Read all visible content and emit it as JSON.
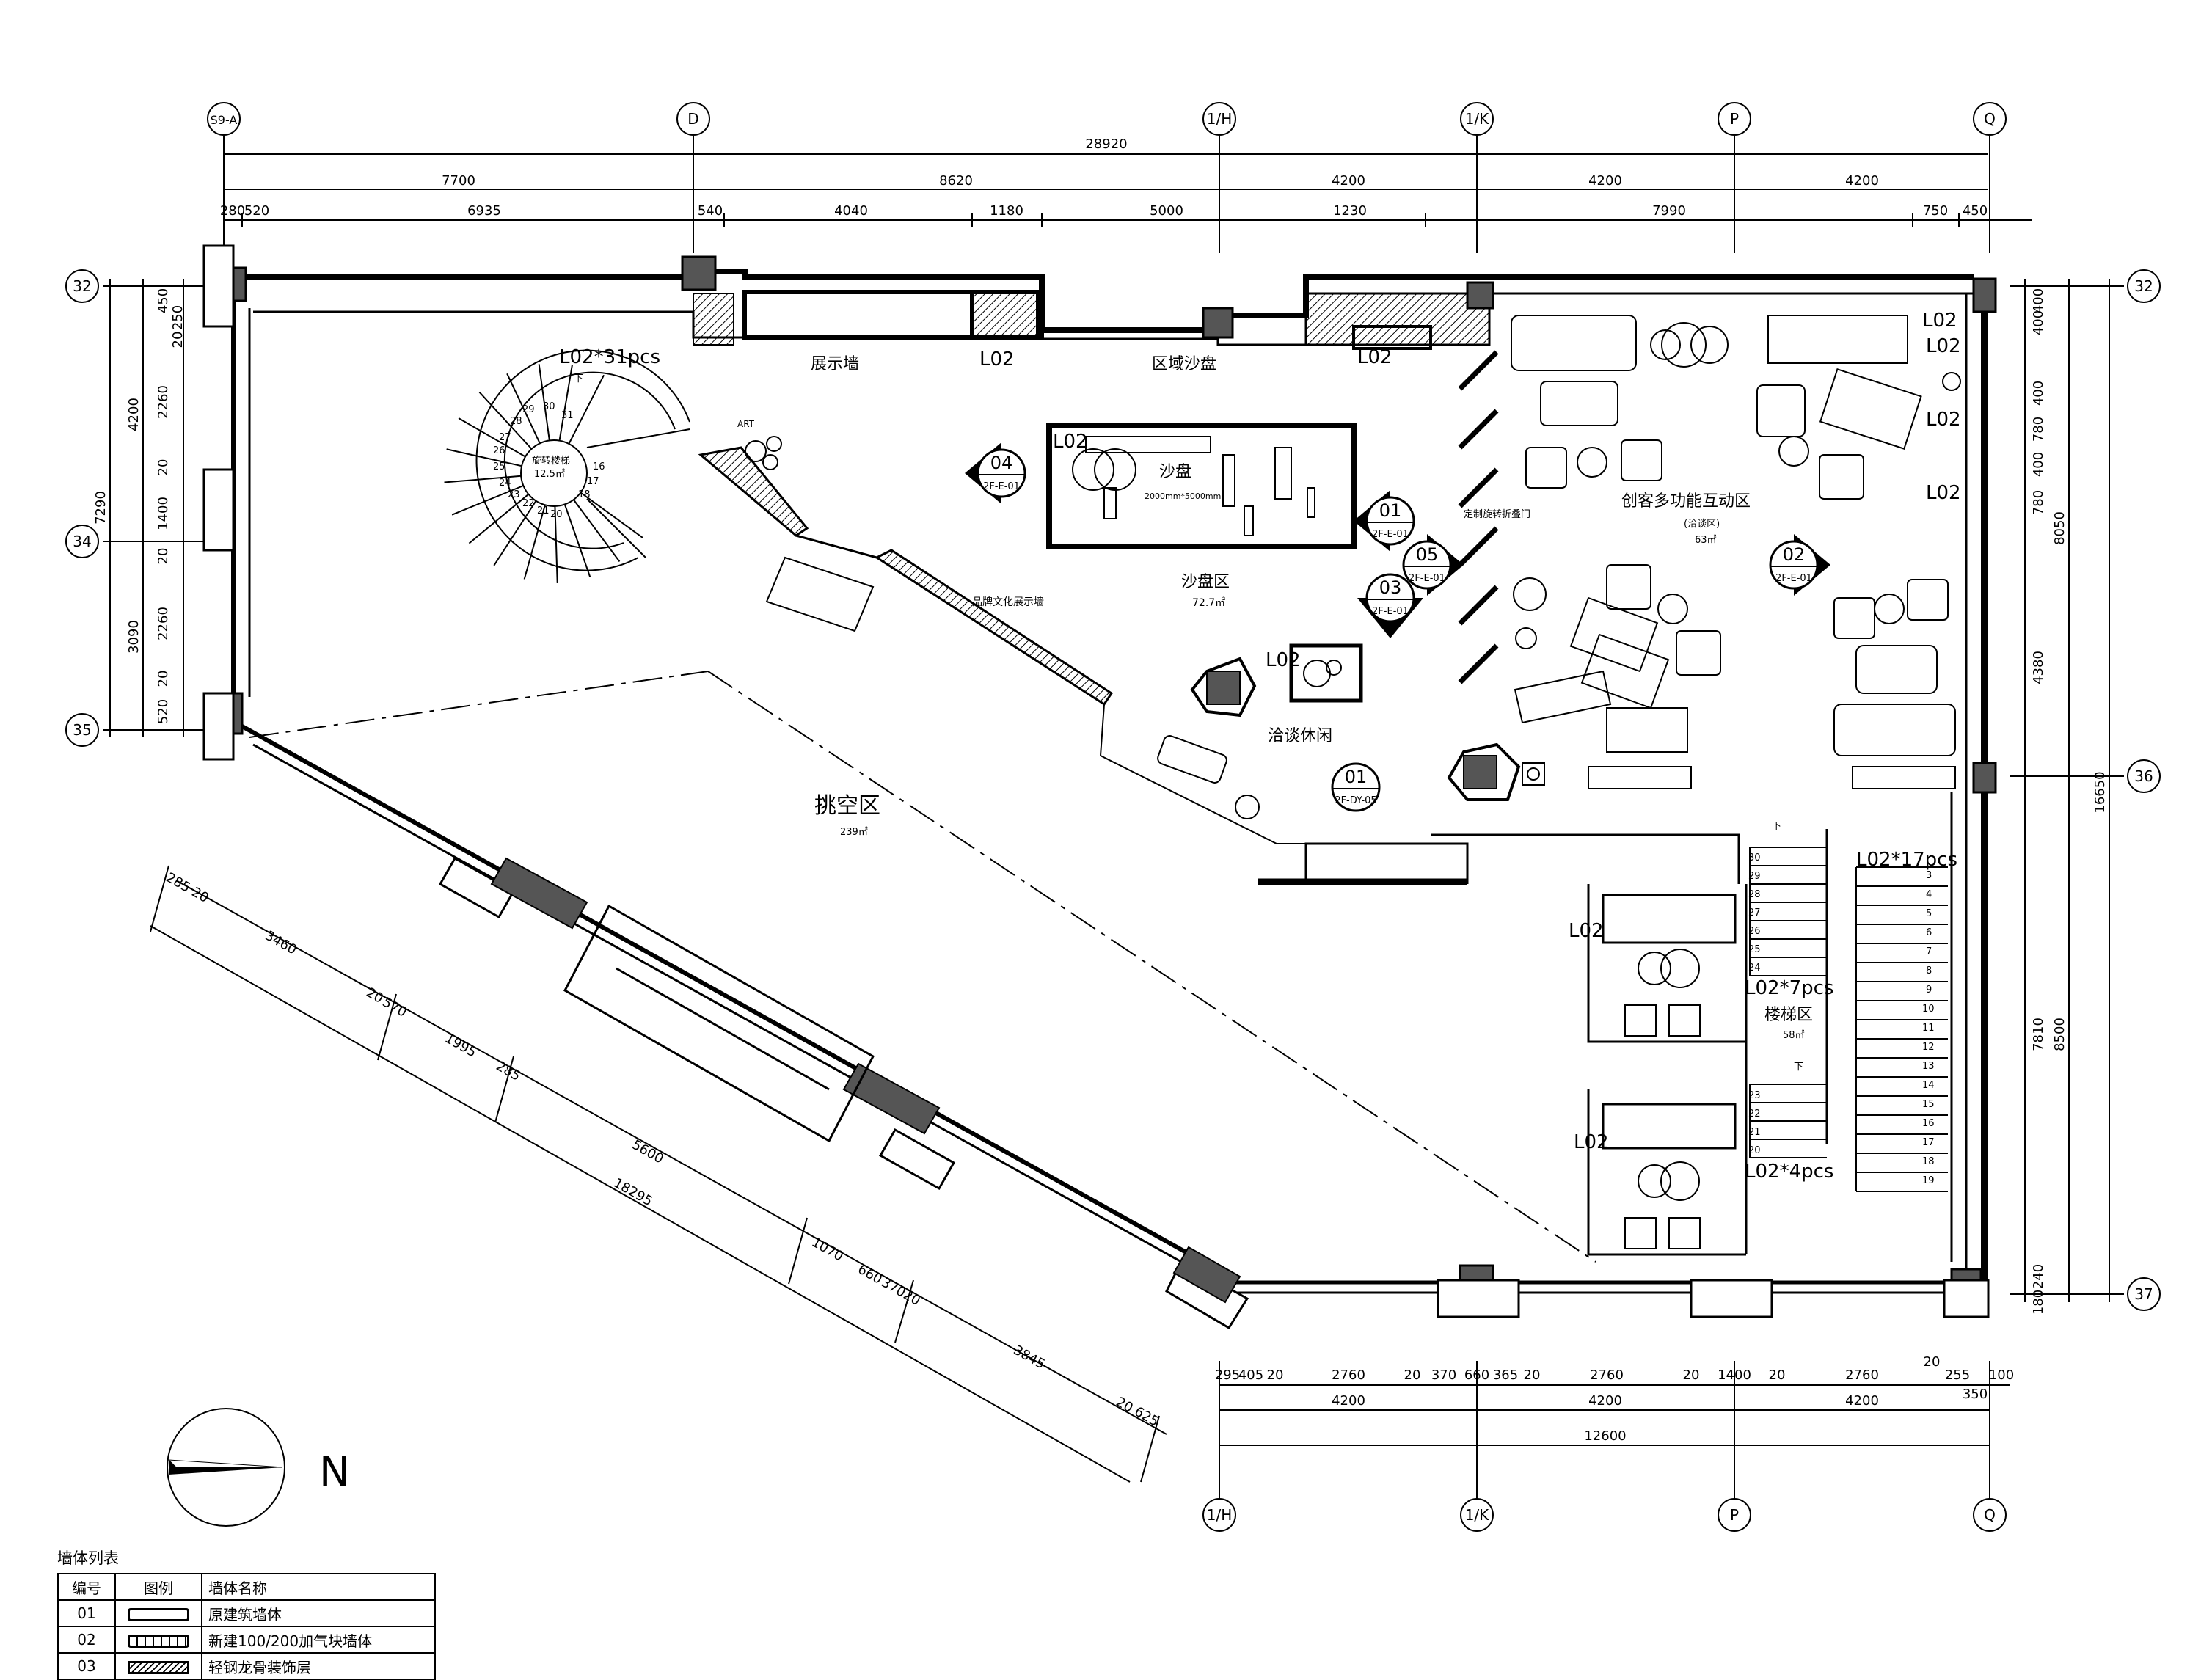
{
  "grid_labels": {
    "top": [
      "S9-A",
      "D",
      "1/H",
      "1/K",
      "P",
      "Q"
    ],
    "left": [
      "32",
      "34",
      "35"
    ],
    "right": [
      "32",
      "36",
      "37"
    ],
    "bottom": [
      "1/H",
      "1/K",
      "P",
      "Q"
    ]
  },
  "dims": {
    "total_top": "28920",
    "grid_top": [
      "7700",
      "8620",
      "4200",
      "4200",
      "4200"
    ],
    "detail_top": [
      "280",
      "520",
      "6935",
      "540",
      "4040",
      "1180",
      "5000",
      "1230",
      "7990",
      "750",
      "450"
    ],
    "left_total": "7290",
    "left_outer": [
      "4200",
      "3090"
    ],
    "left_inner": [
      "450",
      "250",
      "20",
      "2260",
      "20",
      "1400",
      "20",
      "2260",
      "20",
      "520"
    ],
    "right_total": "16650",
    "right_mid": [
      "8050",
      "8500"
    ],
    "right_inner": [
      "400",
      "400",
      "400",
      "780",
      "400",
      "780",
      "4380",
      "7810",
      "240",
      "180"
    ],
    "bottom_detail": [
      "295",
      "405",
      "20",
      "2760",
      "20",
      "370",
      "660",
      "365",
      "20",
      "2760",
      "20",
      "1400",
      "20",
      "2760",
      "20",
      "255",
      "100",
      "350"
    ],
    "bottom_grid": [
      "4200",
      "4200",
      "4200"
    ],
    "bottom_total": "12600",
    "diag_dims": [
      "285",
      "20",
      "3460",
      "20",
      "570",
      "1995",
      "285",
      "5600",
      "18295",
      "1070",
      "660",
      "370",
      "20",
      "3845",
      "20",
      "625"
    ]
  },
  "rooms": {
    "display_wall": "展示墙",
    "sand_table_wall": "区域沙盘",
    "spiral_stair": "旋转楼梯",
    "spiral_area": "12.5㎡",
    "spiral_lights": "L02*31pcs",
    "art": "ART",
    "brand_wall": "品牌文化展示墙",
    "sand_table": "沙盘",
    "sand_table_size": "2000mm*5000mm",
    "sand_area": "沙盘区",
    "sand_area_size": "72.7㎡",
    "rotating_door": "定制旋转折叠门",
    "maker_area": "创客多功能互动区",
    "maker_sub": "(洽谈区)",
    "maker_size": "63㎡",
    "negotiation": "洽谈休闲",
    "void_area": "挑空区",
    "void_size": "239㎡",
    "stair_area": "楼梯区",
    "stair_size": "58㎡",
    "stair_lights_1": "L02*17pcs",
    "stair_lights_2": "L02*7pcs",
    "stair_lights_3": "L02*4pcs",
    "down": "下",
    "lamp": "L02"
  },
  "stair_numbers": {
    "spiral": [
      "30",
      "29",
      "28",
      "27",
      "26",
      "25",
      "24",
      "23",
      "22",
      "21",
      "20",
      "16",
      "17",
      "18",
      "31"
    ],
    "flight_left": [
      "30",
      "29",
      "28",
      "27",
      "26",
      "25",
      "24"
    ],
    "flight_right": [
      "3",
      "4",
      "5",
      "6",
      "7",
      "8",
      "9",
      "10",
      "11",
      "12",
      "13",
      "14",
      "15",
      "16",
      "17",
      "18",
      "19"
    ],
    "flight_lower": [
      "23",
      "22",
      "21",
      "20"
    ]
  },
  "callouts": [
    {
      "num": "04",
      "ref": "2F-E-01"
    },
    {
      "num": "01",
      "ref": "2F-E-01"
    },
    {
      "num": "05",
      "ref": "2F-E-01"
    },
    {
      "num": "03",
      "ref": "2F-E-01"
    },
    {
      "num": "02",
      "ref": "2F-E-01"
    },
    {
      "num": "01",
      "ref": "2F-DY-05"
    }
  ],
  "north": "N",
  "legend": {
    "title": "墙体列表",
    "headers": [
      "编号",
      "图例",
      "墙体名称"
    ],
    "rows": [
      {
        "id": "01",
        "name": "原建筑墙体"
      },
      {
        "id": "02",
        "name": "新建100/200加气块墙体"
      },
      {
        "id": "03",
        "name": "轻钢龙骨装饰层"
      }
    ]
  }
}
